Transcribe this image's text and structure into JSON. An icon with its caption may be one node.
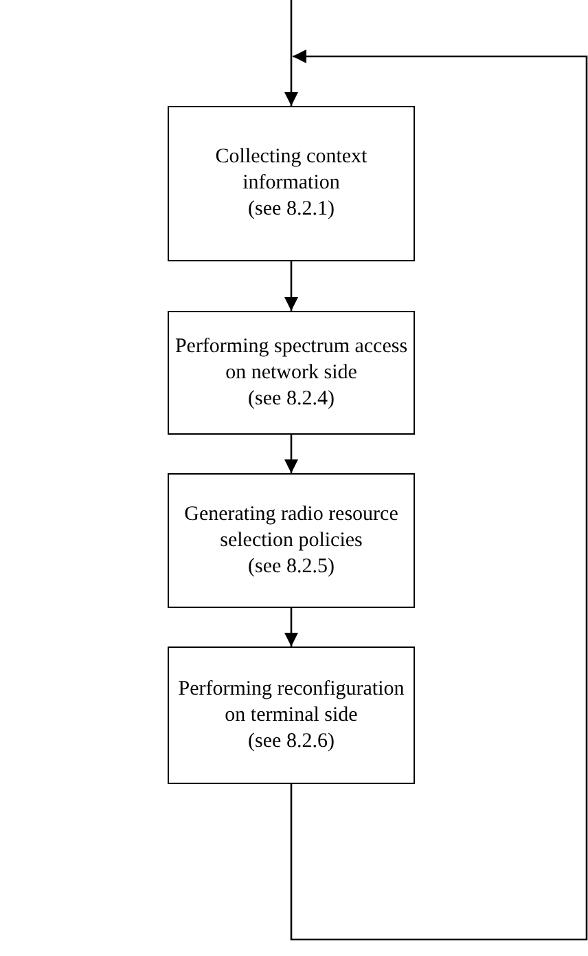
{
  "diagram": {
    "nodes": [
      {
        "text": [
          "Collecting context information",
          "(see 8.2.1)"
        ]
      },
      {
        "text": [
          "Performing spectrum access on network side",
          "(see 8.2.4)"
        ]
      },
      {
        "text": [
          "Generating radio resource selection policies",
          "(see 8.2.5)"
        ]
      },
      {
        "text": [
          "Performing reconfiguration on terminal side",
          "(see 8.2.6)"
        ]
      }
    ],
    "edges": [
      {
        "from": null,
        "to": 0,
        "arrow": "to"
      },
      {
        "from": 0,
        "to": 1,
        "arrow": "to"
      },
      {
        "from": 1,
        "to": 2,
        "arrow": "to"
      },
      {
        "from": 2,
        "to": 3,
        "arrow": "to"
      },
      {
        "from": 3,
        "to": 0,
        "arrow": "to"
      }
    ]
  }
}
